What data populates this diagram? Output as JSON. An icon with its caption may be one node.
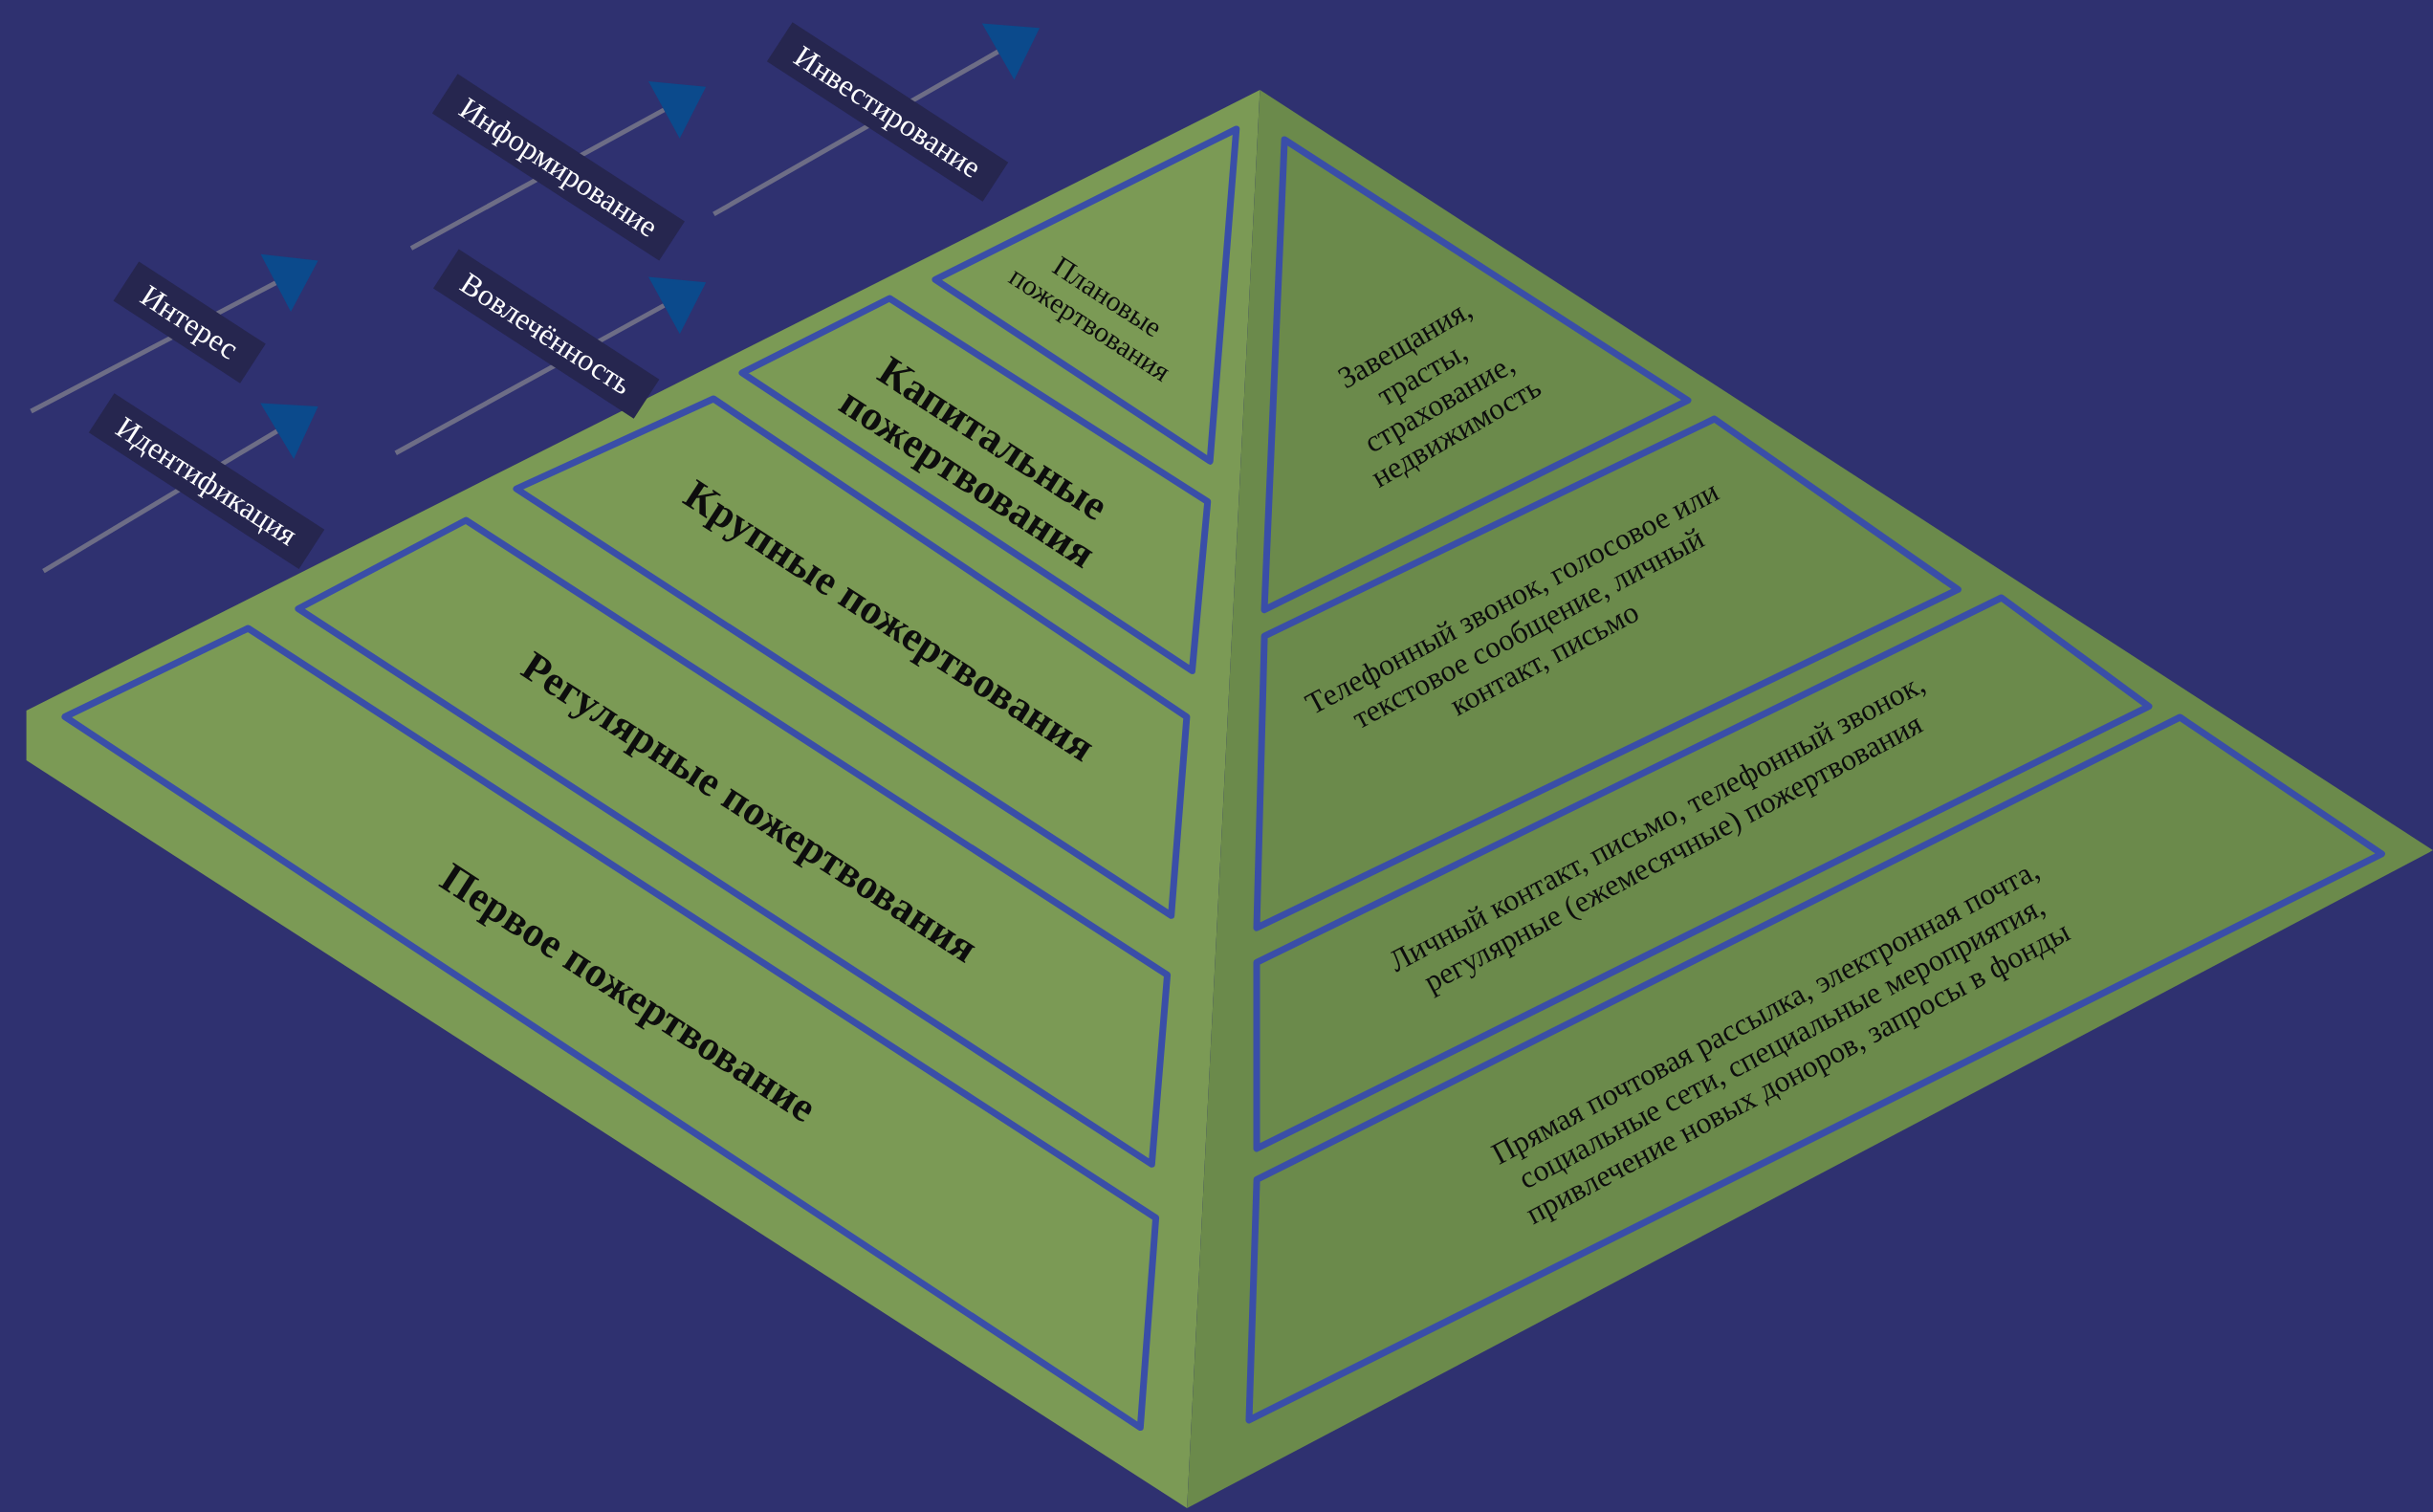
{
  "diagram": {
    "nodes": [
      {
        "text": [
          "Плановые пожертвования"
        ]
      },
      {
        "text": [
          "Капитальные пожертвования"
        ]
      },
      {
        "text": [
          "Крупные пожертвования"
        ]
      },
      {
        "text": [
          "Регулярные пожертвования"
        ]
      },
      {
        "text": [
          "Первое пожертвование"
        ]
      },
      {
        "text": [
          "Завещания, трасты, страхование, недвижимость"
        ]
      },
      {
        "text": [
          "Телефонный звонок, голосовое или текстовое сообщение, личный контакт, письмо"
        ]
      },
      {
        "text": [
          "Личный контакт, письмо, телефонный звонок, регулярные (ежемесячные) пожертвования"
        ]
      },
      {
        "text": [
          "Прямая почтовая рассылка, электронная почта, социальные сети, специальные мероприятия, привлечение новых доноров, запросы в фонды"
        ]
      }
    ],
    "labels": [
      "Инвестирование",
      "Информирование",
      "Интерес",
      "Вовлечённость",
      "Идентификация"
    ]
  }
}
